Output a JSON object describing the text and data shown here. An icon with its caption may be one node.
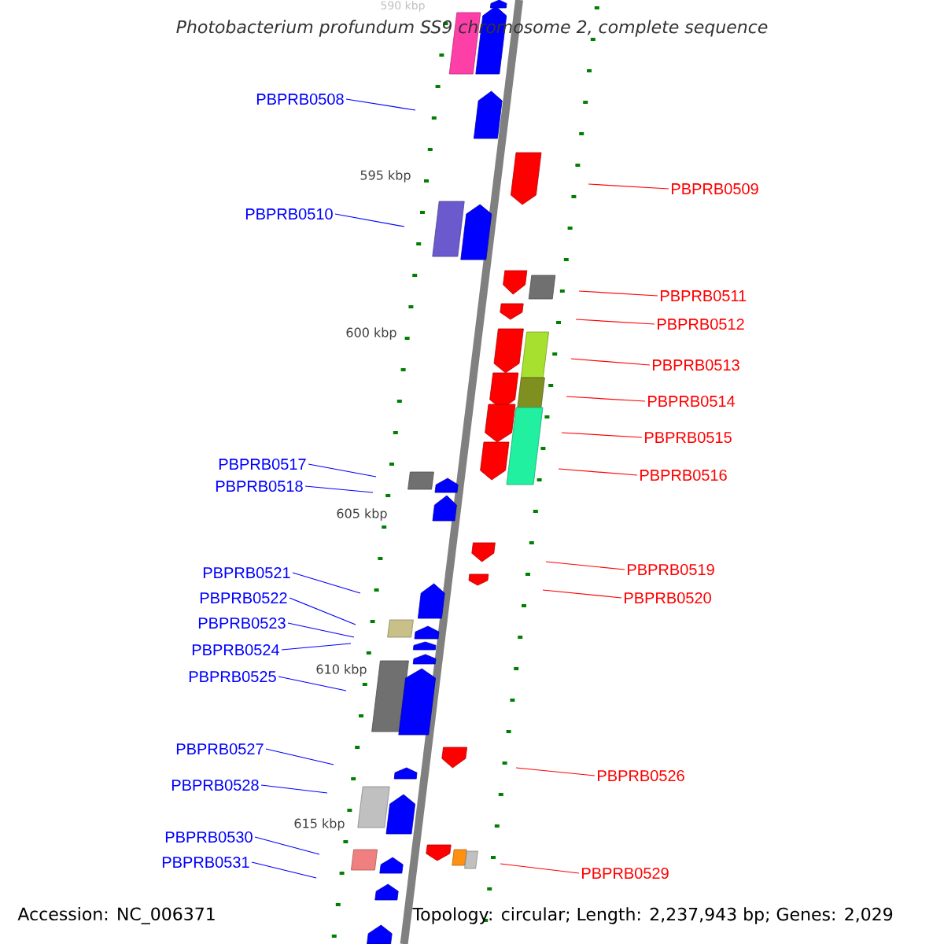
{
  "diagram": {
    "title": "Photobacterium profundum SS9 chromosome 2, complete sequence",
    "nodes": [
      {
        "text": [
          "PBPRB0508"
        ]
      },
      {
        "text": [
          "PBPRB0509"
        ]
      },
      {
        "text": [
          "PBPRB0510"
        ]
      },
      {
        "text": [
          "PBPRB0511"
        ]
      },
      {
        "text": [
          "PBPRB0512"
        ]
      },
      {
        "text": [
          "PBPRB0513"
        ]
      },
      {
        "text": [
          "PBPRB0514"
        ]
      },
      {
        "text": [
          "PBPRB0515"
        ]
      },
      {
        "text": [
          "PBPRB0516"
        ]
      },
      {
        "text": [
          "PBPRB0517"
        ]
      },
      {
        "text": [
          "PBPRB0518"
        ]
      },
      {
        "text": [
          "PBPRB0519"
        ]
      },
      {
        "text": [
          "PBPRB0520"
        ]
      },
      {
        "text": [
          "PBPRB0521"
        ]
      },
      {
        "text": [
          "PBPRB0522"
        ]
      },
      {
        "text": [
          "PBPRB0523"
        ]
      },
      {
        "text": [
          "PBPRB0524"
        ]
      },
      {
        "text": [
          "PBPRB0525"
        ]
      },
      {
        "text": [
          "PBPRB0526"
        ]
      },
      {
        "text": [
          "PBPRB0527"
        ]
      },
      {
        "text": [
          "PBPRB0528"
        ]
      },
      {
        "text": [
          "PBPRB0529"
        ]
      },
      {
        "text": [
          "PBPRB0530"
        ]
      },
      {
        "text": [
          "PBPRB0531"
        ]
      }
    ],
    "edges": [
      {
        "from": 0,
        "to": null,
        "arrow": "none"
      },
      {
        "from": 1,
        "to": null,
        "arrow": "none",
        "color": "#ff0000"
      },
      {
        "from": 2,
        "to": null,
        "arrow": "none"
      },
      {
        "from": 3,
        "to": null,
        "arrow": "none",
        "color": "#ff0000"
      },
      {
        "from": 4,
        "to": null,
        "arrow": "none",
        "color": "#ff0000"
      },
      {
        "from": 5,
        "to": null,
        "arrow": "none",
        "color": "#ff0000"
      },
      {
        "from": 6,
        "to": null,
        "arrow": "none",
        "color": "#ff0000"
      },
      {
        "from": 7,
        "to": null,
        "arrow": "none",
        "color": "#ff0000"
      },
      {
        "from": 8,
        "to": null,
        "arrow": "none",
        "color": "#ff0000"
      },
      {
        "from": 9,
        "to": null,
        "arrow": "none"
      },
      {
        "from": 10,
        "to": null,
        "arrow": "none"
      },
      {
        "from": 11,
        "to": null,
        "arrow": "none",
        "color": "#ff0000"
      },
      {
        "from": 12,
        "to": null,
        "arrow": "none",
        "color": "#ff0000"
      },
      {
        "from": 13,
        "to": null,
        "arrow": "none"
      },
      {
        "from": 14,
        "to": null,
        "arrow": "none"
      },
      {
        "from": 15,
        "to": null,
        "arrow": "none"
      },
      {
        "from": 16,
        "to": null,
        "arrow": "none"
      },
      {
        "from": 17,
        "to": null,
        "arrow": "none"
      },
      {
        "from": 18,
        "to": null,
        "arrow": "none",
        "color": "#ff0000"
      },
      {
        "from": 19,
        "to": null,
        "arrow": "none"
      },
      {
        "from": 20,
        "to": null,
        "arrow": "none"
      },
      {
        "from": 21,
        "to": null,
        "arrow": "none",
        "color": "#ff0000"
      },
      {
        "from": 22,
        "to": null,
        "arrow": "none"
      },
      {
        "from": 23,
        "to": null,
        "arrow": "none"
      }
    ],
    "labels": [
      "590 kbp",
      "595 kbp",
      "600 kbp",
      "605 kbp",
      "610 kbp",
      "615 kbp",
      "Accession: NC_006371",
      "Topology: circular; Length: 2,237,943 bp; Genes: 2,029"
    ]
  }
}
